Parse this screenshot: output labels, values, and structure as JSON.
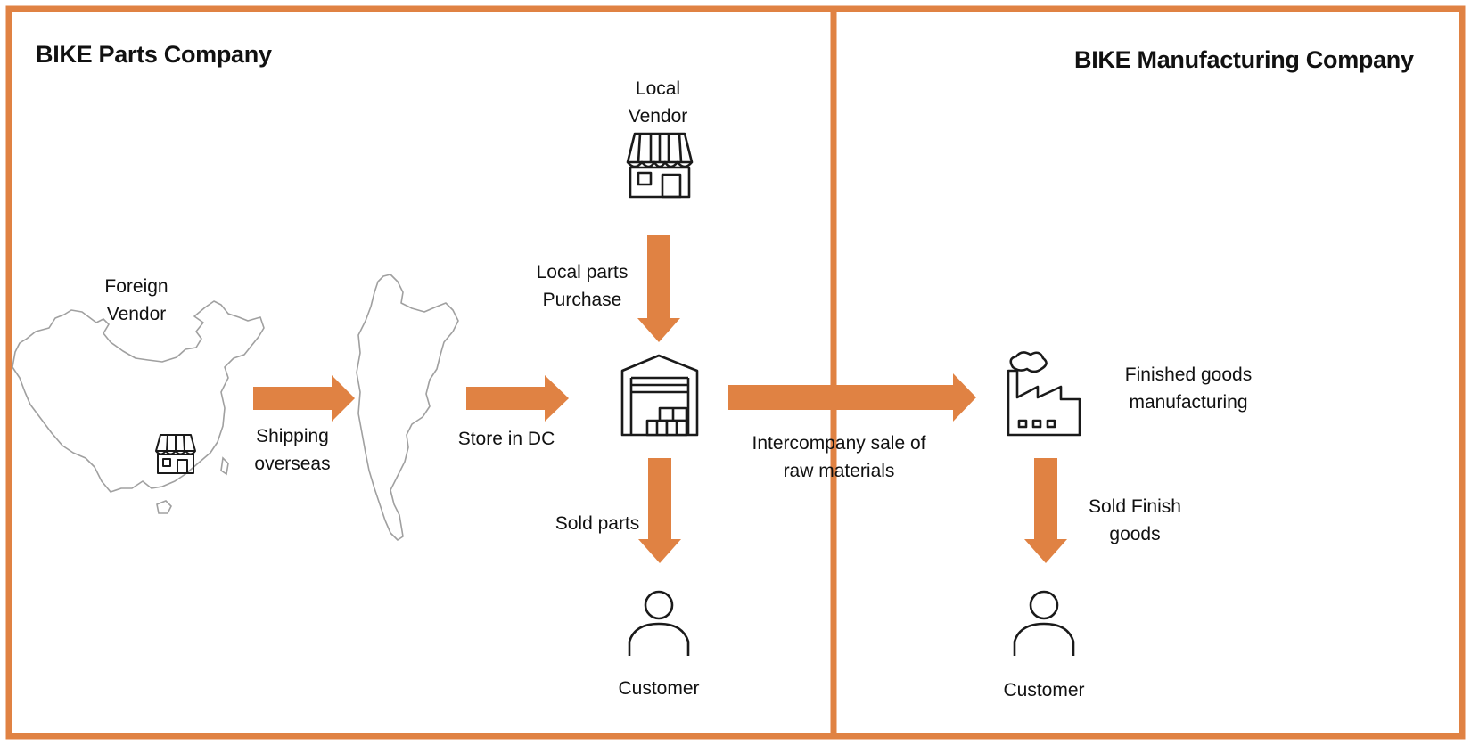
{
  "colors": {
    "frame": "#E08243",
    "arrow": "#E08243",
    "icon": "#1a1a1a",
    "map_outline": "#999999"
  },
  "left_panel": {
    "title": "BIKE Parts Company"
  },
  "right_panel": {
    "title": "BIKE Manufacturing Company"
  },
  "nodes": {
    "foreign_vendor": {
      "line1": "Foreign",
      "line2": "Vendor",
      "icon": "store-icon",
      "map": "china-map"
    },
    "local_vendor": {
      "line1": "Local",
      "line2": "Vendor",
      "icon": "store-icon"
    },
    "destination_map": {
      "map": "south-america-map"
    },
    "warehouse": {
      "icon": "warehouse-icon"
    },
    "factory": {
      "icon": "factory-icon"
    },
    "parts_customer": {
      "label": "Customer",
      "icon": "person-icon"
    },
    "goods_customer": {
      "label": "Customer",
      "icon": "person-icon"
    }
  },
  "flows": {
    "shipping": {
      "line1": "Shipping",
      "line2": "overseas"
    },
    "store": {
      "label": "Store in DC"
    },
    "local_purchase": {
      "line1": "Local parts",
      "line2": "Purchase"
    },
    "sold_parts": {
      "label": "Sold parts"
    },
    "intercompany": {
      "line1": "Intercompany sale of",
      "line2": "raw materials"
    },
    "manufacturing": {
      "line1": "Finished goods",
      "line2": "manufacturing"
    },
    "sold_goods": {
      "line1": "Sold Finish",
      "line2": "goods"
    }
  }
}
